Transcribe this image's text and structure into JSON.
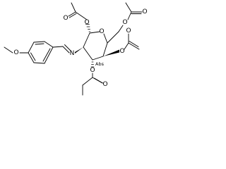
{
  "molecule": {
    "atoms": [
      {
        "id": "o_ring",
        "symbol": "O"
      },
      {
        "id": "n_imine",
        "symbol": "N"
      },
      {
        "id": "o_methoxy",
        "symbol": "O"
      },
      {
        "id": "o_ac1_ester",
        "symbol": "O"
      },
      {
        "id": "o_ac1_carbonyl",
        "symbol": "O"
      },
      {
        "id": "o_ac6_ester",
        "symbol": "O"
      },
      {
        "id": "o_ac6_carbonyl",
        "symbol": "O"
      },
      {
        "id": "o_ac4_ester",
        "symbol": "O"
      },
      {
        "id": "o_ac4_carbonyl",
        "symbol": "O"
      },
      {
        "id": "o_ac3_ester",
        "symbol": "O"
      },
      {
        "id": "o_ac3_carbonyl",
        "symbol": "O"
      }
    ],
    "stereo_label": "Abs"
  }
}
